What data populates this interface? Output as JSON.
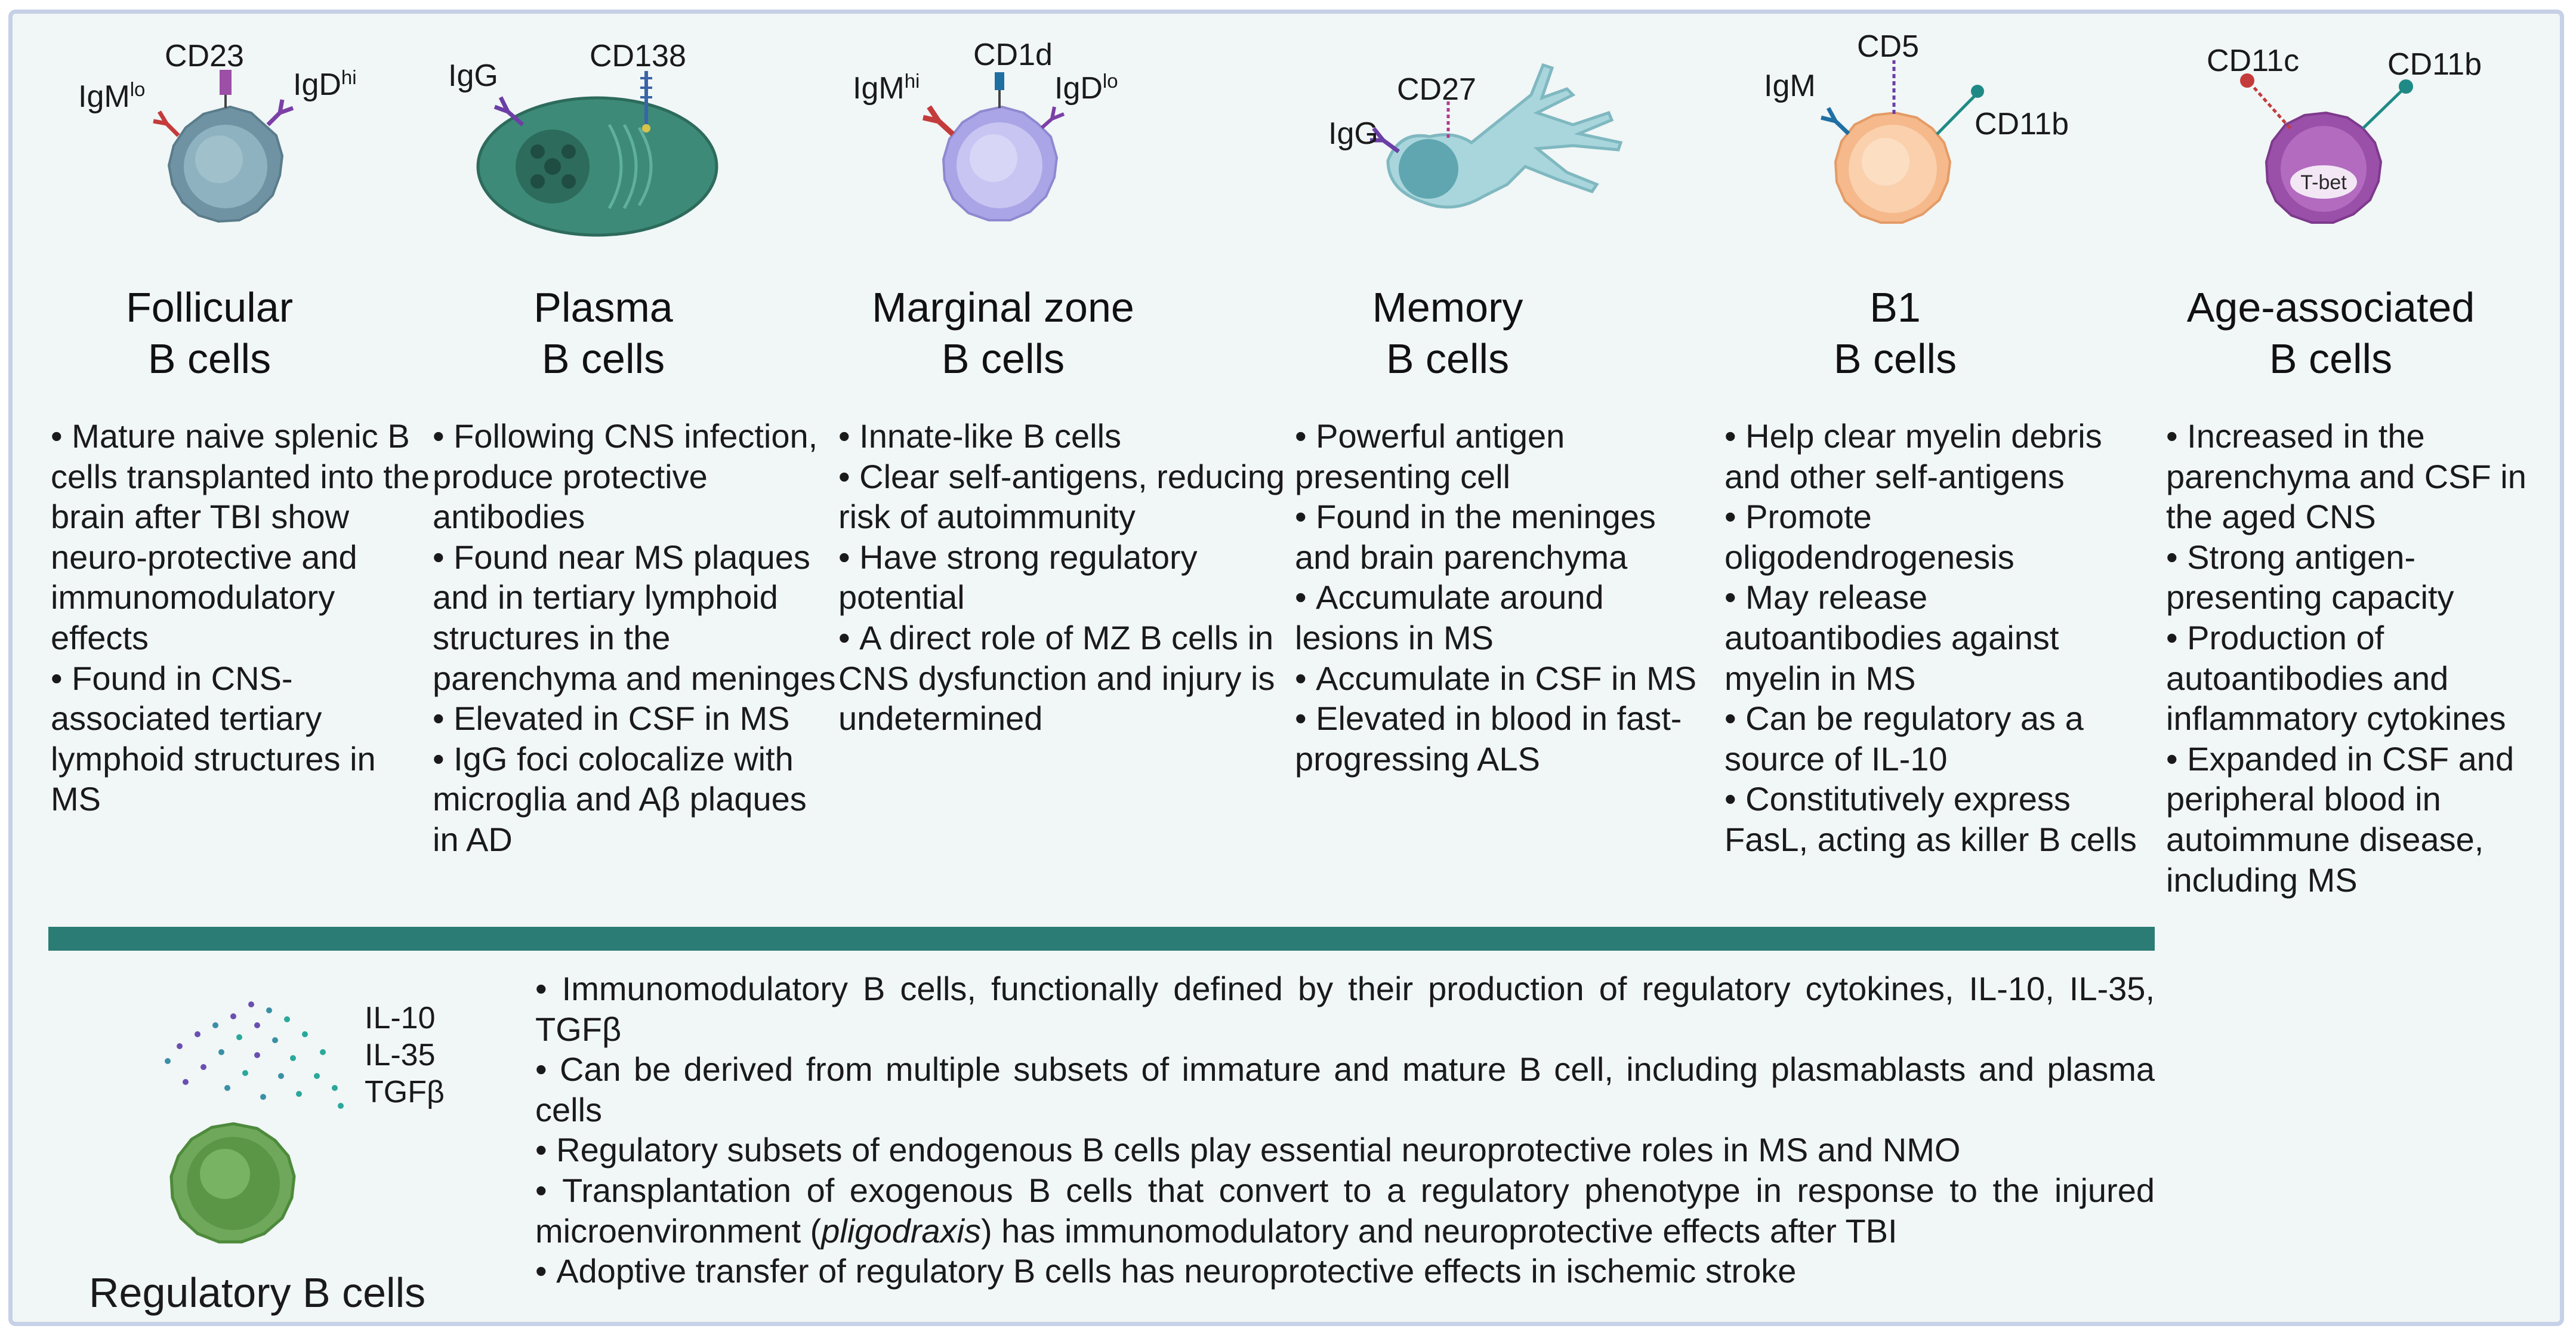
{
  "colors": {
    "frame": "#c6d0e6",
    "panel": "#f1f6f6",
    "divider": "#2a7c74"
  },
  "subsets": [
    {
      "title": [
        "Follicular",
        "B cells"
      ],
      "markers": {
        "a": "IgM",
        "a_sup": "lo",
        "b": "CD23",
        "c": "IgD",
        "c_sup": "hi"
      },
      "bullets": [
        "Mature naive splenic B cells transplanted into the brain after TBI show neuro-protective and immunomodulatory effects",
        "Found in CNS-associated tertiary lymphoid structures in MS"
      ]
    },
    {
      "title": [
        "Plasma",
        "B cells"
      ],
      "markers": {
        "a": "IgG",
        "b": "CD138"
      },
      "bullets": [
        "Following CNS infection, produce protective antibodies",
        "Found near MS plaques and in tertiary lymphoid structures in the parenchyma and meninges",
        "Elevated in CSF in MS",
        "IgG foci colocalize with microglia and Aβ plaques in AD"
      ]
    },
    {
      "title": [
        "Marginal zone",
        "B cells"
      ],
      "markers": {
        "a": "IgM",
        "a_sup": "hi",
        "b": "CD1d",
        "c": "IgD",
        "c_sup": "lo"
      },
      "bullets": [
        "Innate-like B cells",
        "Clear self-antigens, reducing risk of autoimmunity",
        "Have strong regulatory potential",
        "A direct role of MZ B cells in CNS dysfunction and injury is undetermined"
      ]
    },
    {
      "title": [
        "Memory",
        "B cells"
      ],
      "markers": {
        "a": "IgG",
        "b": "CD27"
      },
      "bullets": [
        "Powerful antigen presenting cell",
        "Found in the meninges and brain parenchyma",
        "Accumulate around lesions in MS",
        "Accumulate in CSF in MS",
        "Elevated in blood in fast-progressing ALS"
      ]
    },
    {
      "title": [
        "B1",
        "B cells"
      ],
      "markers": {
        "a": "IgM",
        "b": "CD5",
        "c": "CD11b"
      },
      "bullets": [
        "Help clear myelin debris and other self-antigens",
        "Promote oligodendrogenesis",
        "May release autoantibodies against myelin in MS",
        "Can be regulatory as a source of IL-10",
        "Constitutively express FasL, acting as killer B cells"
      ]
    },
    {
      "title": [
        "Age-associated",
        "B cells"
      ],
      "markers": {
        "a": "CD11c",
        "b": "CD11b",
        "inner": "T-bet"
      },
      "bullets": [
        "Increased in the parenchyma and CSF in the aged CNS",
        "Strong antigen-presenting capacity",
        "Production of autoantibodies and inflammatory cytokines",
        "Expanded in CSF and peripheral blood in autoimmune disease, including MS"
      ]
    }
  ],
  "regulatory": {
    "title": "Regulatory B cells",
    "cytokines": [
      "IL-10",
      "IL-35",
      "TGFβ"
    ],
    "bullets": [
      {
        "text": "Immunomodulatory B cells, functionally defined by their production of regulatory cytokines, IL-10, IL-35, TGFβ"
      },
      {
        "text": "Can be derived from multiple subsets of immature and mature B cell, including plasmablasts and plasma cells"
      },
      {
        "text": "Regulatory subsets of endogenous B cells play essential neuroprotective roles in MS and NMO"
      },
      {
        "pre": "Transplantation of exogenous B cells that convert to a regulatory phenotype in response to the injured microenvironment (",
        "em": "pligodraxis",
        "post": ") has immunomodulatory and neuroprotective effects after TBI"
      },
      {
        "text": "Adoptive transfer of regulatory B cells has neuroprotective effects in ischemic stroke"
      }
    ]
  }
}
